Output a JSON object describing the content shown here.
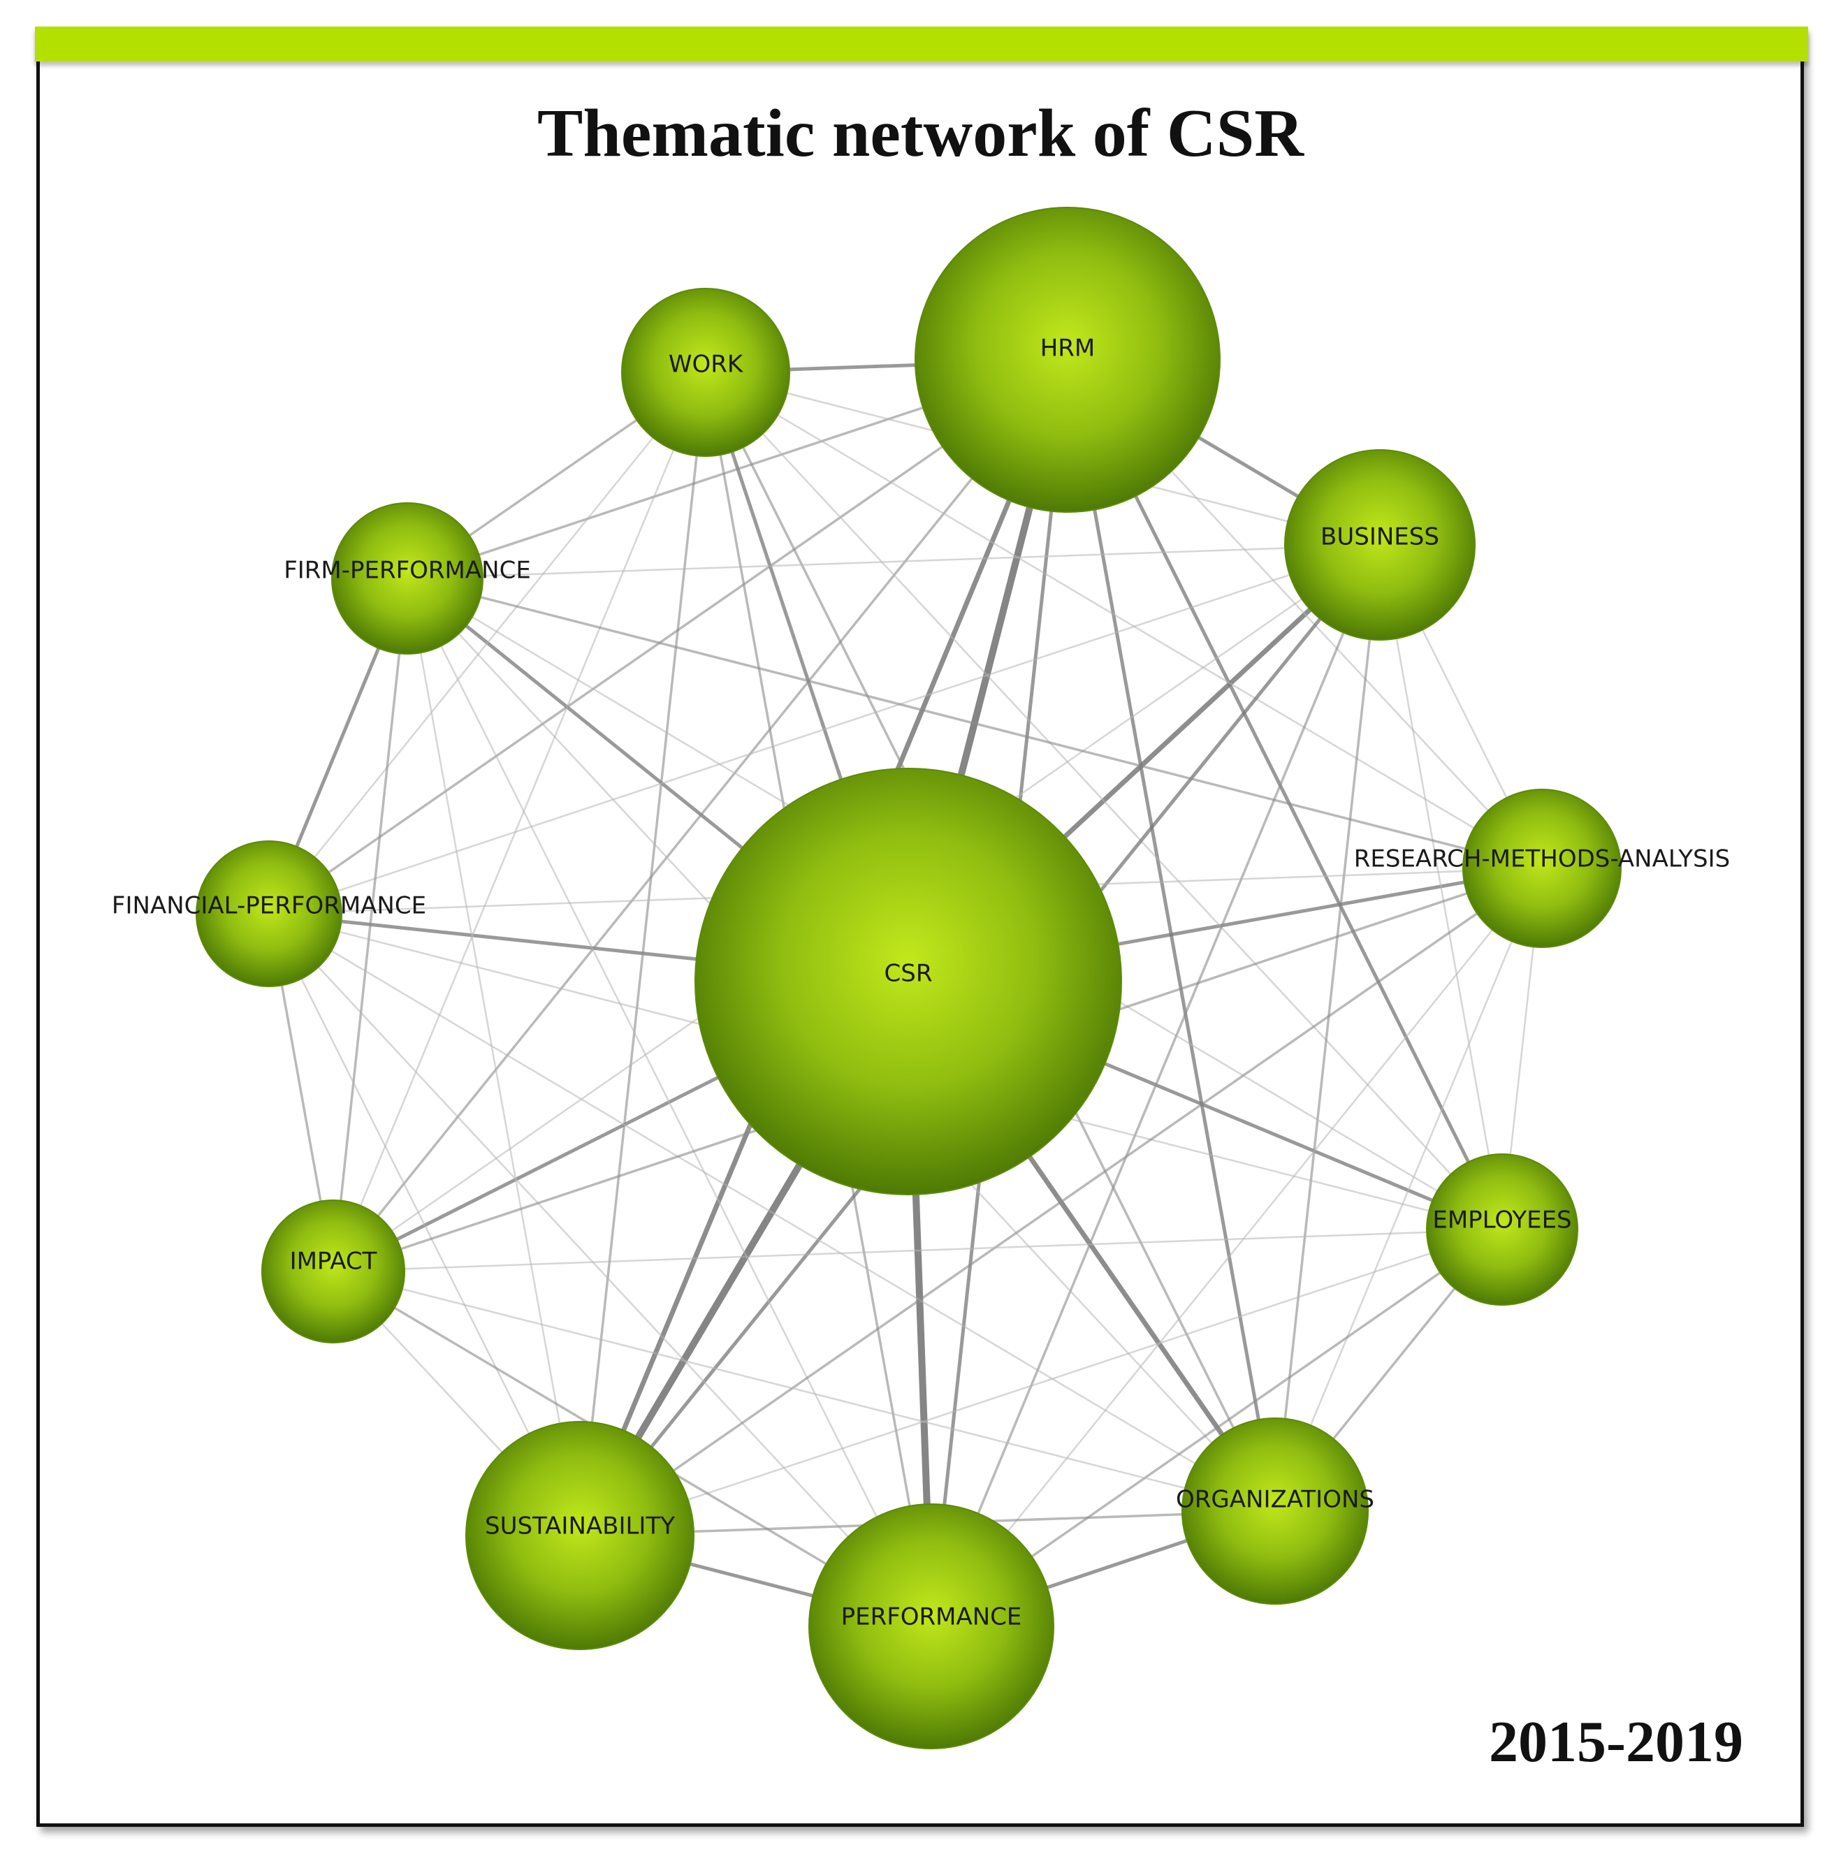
{
  "title": "Thematic network of CSR",
  "period": "2015-2019",
  "colors": {
    "accent_bar": "#b4e000",
    "node_light": "#c2e81c",
    "node_mid": "#8fbc10",
    "node_dark": "#4e7a05",
    "edge": "#7a7a7a"
  },
  "nodes": [
    {
      "id": "CSR",
      "label": "CSR"
    },
    {
      "id": "HRM",
      "label": "HRM"
    },
    {
      "id": "WORK",
      "label": "WORK"
    },
    {
      "id": "BUSINESS",
      "label": "BUSINESS"
    },
    {
      "id": "FIRM-PERFORMANCE",
      "label": "FIRM-PERFORMANCE"
    },
    {
      "id": "RESEARCH-METHODS-ANALYSIS",
      "label": "RESEARCH-METHODS-ANALYSIS"
    },
    {
      "id": "FINANCIAL-PERFORMANCE",
      "label": "FINANCIAL-PERFORMANCE"
    },
    {
      "id": "EMPLOYEES",
      "label": "EMPLOYEES"
    },
    {
      "id": "IMPACT",
      "label": "IMPACT"
    },
    {
      "id": "ORGANIZATIONS",
      "label": "ORGANIZATIONS"
    },
    {
      "id": "SUSTAINABILITY",
      "label": "SUSTAINABILITY"
    },
    {
      "id": "PERFORMANCE",
      "label": "PERFORMANCE"
    }
  ],
  "edges": [
    {
      "source": "CSR",
      "target": "HRM",
      "strength": 5
    },
    {
      "source": "CSR",
      "target": "SUSTAINABILITY",
      "strength": 5
    },
    {
      "source": "CSR",
      "target": "PERFORMANCE",
      "strength": 5
    },
    {
      "source": "CSR",
      "target": "BUSINESS",
      "strength": 4
    },
    {
      "source": "CSR",
      "target": "ORGANIZATIONS",
      "strength": 4
    },
    {
      "source": "CSR",
      "target": "WORK",
      "strength": 3
    },
    {
      "source": "CSR",
      "target": "FINANCIAL-PERFORMANCE",
      "strength": 3
    },
    {
      "source": "CSR",
      "target": "RESEARCH-METHODS-ANALYSIS",
      "strength": 3
    },
    {
      "source": "CSR",
      "target": "EMPLOYEES",
      "strength": 3
    },
    {
      "source": "CSR",
      "target": "FIRM-PERFORMANCE",
      "strength": 3
    },
    {
      "source": "CSR",
      "target": "IMPACT",
      "strength": 3
    },
    {
      "source": "HRM",
      "target": "WORK",
      "strength": 3
    },
    {
      "source": "HRM",
      "target": "BUSINESS",
      "strength": 3
    },
    {
      "source": "HRM",
      "target": "SUSTAINABILITY",
      "strength": 4
    },
    {
      "source": "HRM",
      "target": "PERFORMANCE",
      "strength": 3
    },
    {
      "source": "HRM",
      "target": "EMPLOYEES",
      "strength": 3
    },
    {
      "source": "HRM",
      "target": "ORGANIZATIONS",
      "strength": 3
    },
    {
      "source": "HRM",
      "target": "FIRM-PERFORMANCE",
      "strength": 2
    },
    {
      "source": "HRM",
      "target": "FINANCIAL-PERFORMANCE",
      "strength": 2
    },
    {
      "source": "HRM",
      "target": "IMPACT",
      "strength": 2
    },
    {
      "source": "HRM",
      "target": "RESEARCH-METHODS-ANALYSIS",
      "strength": 1
    },
    {
      "source": "WORK",
      "target": "FIRM-PERFORMANCE",
      "strength": 2
    },
    {
      "source": "WORK",
      "target": "PERFORMANCE",
      "strength": 2
    },
    {
      "source": "WORK",
      "target": "SUSTAINABILITY",
      "strength": 2
    },
    {
      "source": "WORK",
      "target": "ORGANIZATIONS",
      "strength": 2
    },
    {
      "source": "WORK",
      "target": "EMPLOYEES",
      "strength": 1
    },
    {
      "source": "WORK",
      "target": "IMPACT",
      "strength": 1
    },
    {
      "source": "WORK",
      "target": "FINANCIAL-PERFORMANCE",
      "strength": 1
    },
    {
      "source": "WORK",
      "target": "BUSINESS",
      "strength": 1
    },
    {
      "source": "WORK",
      "target": "RESEARCH-METHODS-ANALYSIS",
      "strength": 1
    },
    {
      "source": "BUSINESS",
      "target": "SUSTAINABILITY",
      "strength": 3
    },
    {
      "source": "BUSINESS",
      "target": "PERFORMANCE",
      "strength": 2
    },
    {
      "source": "BUSINESS",
      "target": "ORGANIZATIONS",
      "strength": 2
    },
    {
      "source": "BUSINESS",
      "target": "RESEARCH-METHODS-ANALYSIS",
      "strength": 1
    },
    {
      "source": "BUSINESS",
      "target": "EMPLOYEES",
      "strength": 1
    },
    {
      "source": "BUSINESS",
      "target": "IMPACT",
      "strength": 1
    },
    {
      "source": "BUSINESS",
      "target": "FIRM-PERFORMANCE",
      "strength": 1
    },
    {
      "source": "BUSINESS",
      "target": "FINANCIAL-PERFORMANCE",
      "strength": 1
    },
    {
      "source": "FIRM-PERFORMANCE",
      "target": "FINANCIAL-PERFORMANCE",
      "strength": 3
    },
    {
      "source": "FIRM-PERFORMANCE",
      "target": "IMPACT",
      "strength": 2
    },
    {
      "source": "FIRM-PERFORMANCE",
      "target": "RESEARCH-METHODS-ANALYSIS",
      "strength": 2
    },
    {
      "source": "FIRM-PERFORMANCE",
      "target": "SUSTAINABILITY",
      "strength": 1
    },
    {
      "source": "FIRM-PERFORMANCE",
      "target": "PERFORMANCE",
      "strength": 1
    },
    {
      "source": "FIRM-PERFORMANCE",
      "target": "ORGANIZATIONS",
      "strength": 1
    },
    {
      "source": "FIRM-PERFORMANCE",
      "target": "EMPLOYEES",
      "strength": 1
    },
    {
      "source": "FINANCIAL-PERFORMANCE",
      "target": "IMPACT",
      "strength": 2
    },
    {
      "source": "FINANCIAL-PERFORMANCE",
      "target": "SUSTAINABILITY",
      "strength": 1
    },
    {
      "source": "FINANCIAL-PERFORMANCE",
      "target": "PERFORMANCE",
      "strength": 1
    },
    {
      "source": "FINANCIAL-PERFORMANCE",
      "target": "ORGANIZATIONS",
      "strength": 1
    },
    {
      "source": "FINANCIAL-PERFORMANCE",
      "target": "EMPLOYEES",
      "strength": 1
    },
    {
      "source": "FINANCIAL-PERFORMANCE",
      "target": "RESEARCH-METHODS-ANALYSIS",
      "strength": 1
    },
    {
      "source": "RESEARCH-METHODS-ANALYSIS",
      "target": "IMPACT",
      "strength": 2
    },
    {
      "source": "RESEARCH-METHODS-ANALYSIS",
      "target": "SUSTAINABILITY",
      "strength": 2
    },
    {
      "source": "RESEARCH-METHODS-ANALYSIS",
      "target": "PERFORMANCE",
      "strength": 1
    },
    {
      "source": "RESEARCH-METHODS-ANALYSIS",
      "target": "ORGANIZATIONS",
      "strength": 1
    },
    {
      "source": "RESEARCH-METHODS-ANALYSIS",
      "target": "EMPLOYEES",
      "strength": 1
    },
    {
      "source": "EMPLOYEES",
      "target": "ORGANIZATIONS",
      "strength": 2
    },
    {
      "source": "EMPLOYEES",
      "target": "PERFORMANCE",
      "strength": 2
    },
    {
      "source": "EMPLOYEES",
      "target": "SUSTAINABILITY",
      "strength": 1
    },
    {
      "source": "EMPLOYEES",
      "target": "IMPACT",
      "strength": 1
    },
    {
      "source": "IMPACT",
      "target": "SUSTAINABILITY",
      "strength": 1
    },
    {
      "source": "IMPACT",
      "target": "PERFORMANCE",
      "strength": 2
    },
    {
      "source": "IMPACT",
      "target": "ORGANIZATIONS",
      "strength": 1
    },
    {
      "source": "SUSTAINABILITY",
      "target": "PERFORMANCE",
      "strength": 3
    },
    {
      "source": "SUSTAINABILITY",
      "target": "ORGANIZATIONS",
      "strength": 2
    },
    {
      "source": "PERFORMANCE",
      "target": "ORGANIZATIONS",
      "strength": 3
    }
  ]
}
